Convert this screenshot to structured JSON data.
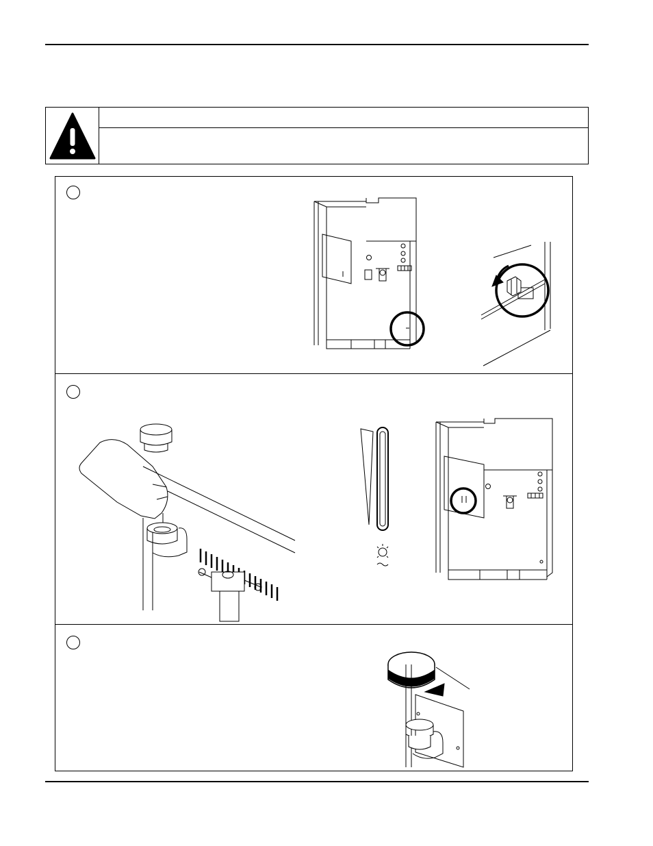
{
  "page": {
    "warning": {
      "icon": "warning-triangle-icon"
    },
    "steps": [
      {
        "illustrations": [
          "unit-rear-view-drain-highlight",
          "drain-valve-rotate-detail"
        ]
      },
      {
        "illustrations": [
          "bottle-pouring-into-tank-fill",
          "level-gauge-indicator",
          "unit-rear-view-gauge-highlight"
        ]
      },
      {
        "illustrations": [
          "cap-rotate-close-detail"
        ]
      }
    ]
  }
}
